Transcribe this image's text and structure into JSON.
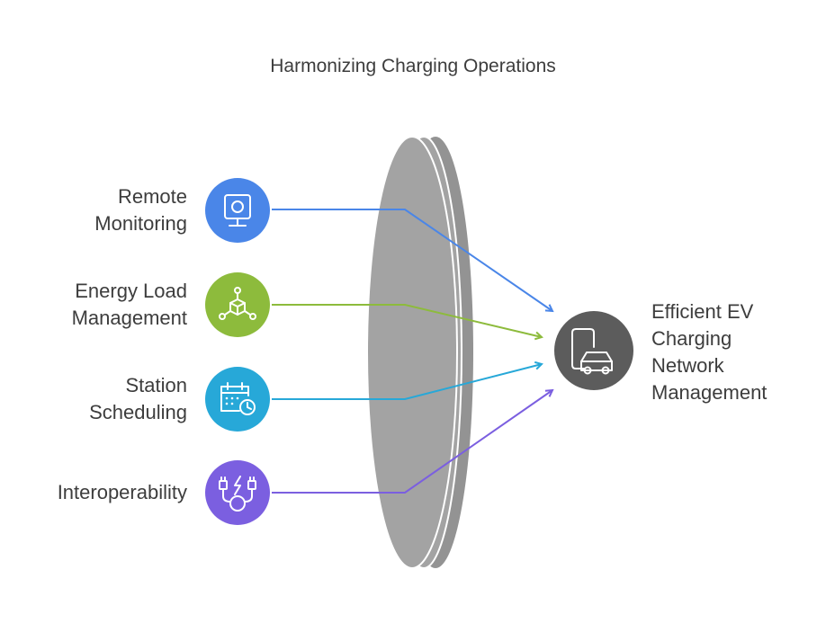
{
  "title": "Harmonizing Charging Operations",
  "inputs": [
    {
      "label": "Remote\nMonitoring",
      "icon": "monitor-icon",
      "color": "#4a86e8"
    },
    {
      "label": "Energy Load\nManagement",
      "icon": "network-cube-icon",
      "color": "#8dbb3c"
    },
    {
      "label": "Station\nScheduling",
      "icon": "calendar-clock-icon",
      "color": "#27a8d8"
    },
    {
      "label": "Interoperability",
      "icon": "charging-plugs-icon",
      "color": "#7b5fe0"
    }
  ],
  "output": {
    "label": "Efficient EV\nCharging\nNetwork\nManagement",
    "icon": "phone-car-icon",
    "color": "#5c5c5c"
  },
  "lens_color": "#a3a3a3"
}
